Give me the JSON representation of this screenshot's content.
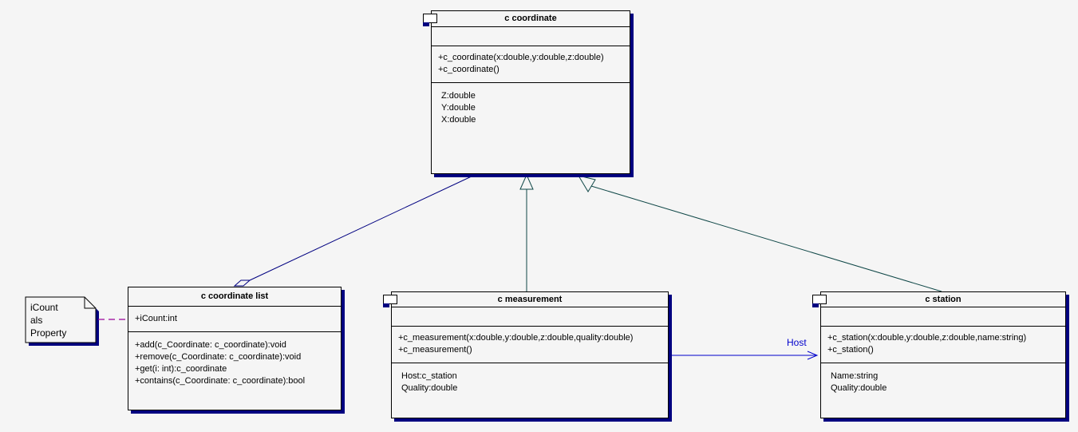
{
  "colors": {
    "background": "#f5f5f5",
    "box_fill": "#f5f5f5",
    "border": "#000000",
    "shadow": "#000080",
    "generalization": "#104848",
    "aggregation": "#000080",
    "association": "#0000cc",
    "note_link": "#990099"
  },
  "classes": {
    "c_coordinate": {
      "title": "c coordinate",
      "attributes": [],
      "operations": [
        "+c_coordinate(x:double,y:double,z:double)",
        "+c_coordinate()"
      ],
      "properties": [
        "Z:double",
        "Y:double",
        "X:double"
      ]
    },
    "c_coordinate_list": {
      "title": "c coordinate list",
      "attributes": [
        "+iCount:int"
      ],
      "operations": [
        "+add(c_Coordinate: c_coordinate):void",
        "+remove(c_Coordinate: c_coordinate):void",
        "+get(i: int):c_coordinate",
        "+contains(c_Coordinate: c_coordinate):bool"
      ]
    },
    "c_measurement": {
      "title": "c measurement",
      "attributes": [],
      "operations": [
        "+c_measurement(x:double,y:double,z:double,quality:double)",
        "+c_measurement()"
      ],
      "properties": [
        "Host:c_station",
        "Quality:double"
      ]
    },
    "c_station": {
      "title": "c station",
      "attributes": [],
      "operations": [
        "+c_station(x:double,y:double,z:double,name:string)",
        "+c_station()"
      ],
      "properties": [
        "Name:string",
        "Quality:double"
      ]
    }
  },
  "note": {
    "lines": [
      "iCount",
      "als",
      "Property"
    ]
  },
  "edges": {
    "host_label": "Host"
  }
}
